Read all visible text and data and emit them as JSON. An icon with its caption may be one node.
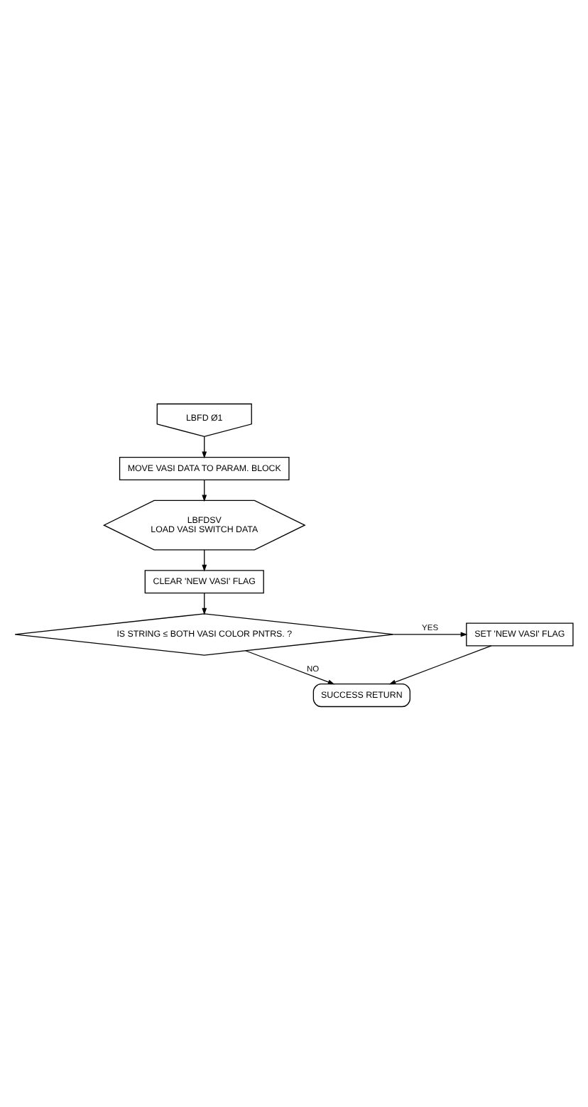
{
  "diagram": {
    "nodes": [
      {
        "text": [
          "LBFD Ø1"
        ]
      },
      {
        "text": [
          "MOVE VASI DATA TO PARAM. BLOCK"
        ]
      },
      {
        "text": [
          "LBFDSV",
          "LOAD VASI SWITCH DATA"
        ]
      },
      {
        "text": [
          "CLEAR 'NEW VASI' FLAG"
        ]
      },
      {
        "text": [
          "IS STRING ≤ BOTH VASI COLOR PNTRS. ?"
        ]
      },
      {
        "text": [
          "SET 'NEW VASI' FLAG"
        ]
      },
      {
        "text": [
          "SUCCESS RETURN"
        ]
      }
    ],
    "edges": [
      {
        "from": 0,
        "to": 1,
        "arrow": "to"
      },
      {
        "from": 1,
        "to": 2,
        "arrow": "to"
      },
      {
        "from": 2,
        "to": 3,
        "arrow": "to"
      },
      {
        "from": 3,
        "to": 4,
        "arrow": "to"
      },
      {
        "from": 4,
        "to": 5,
        "arrow": "to",
        "label": "YES"
      },
      {
        "from": 4,
        "to": 6,
        "arrow": "to",
        "label": "NO"
      },
      {
        "from": 5,
        "to": 6,
        "arrow": "to"
      }
    ]
  }
}
